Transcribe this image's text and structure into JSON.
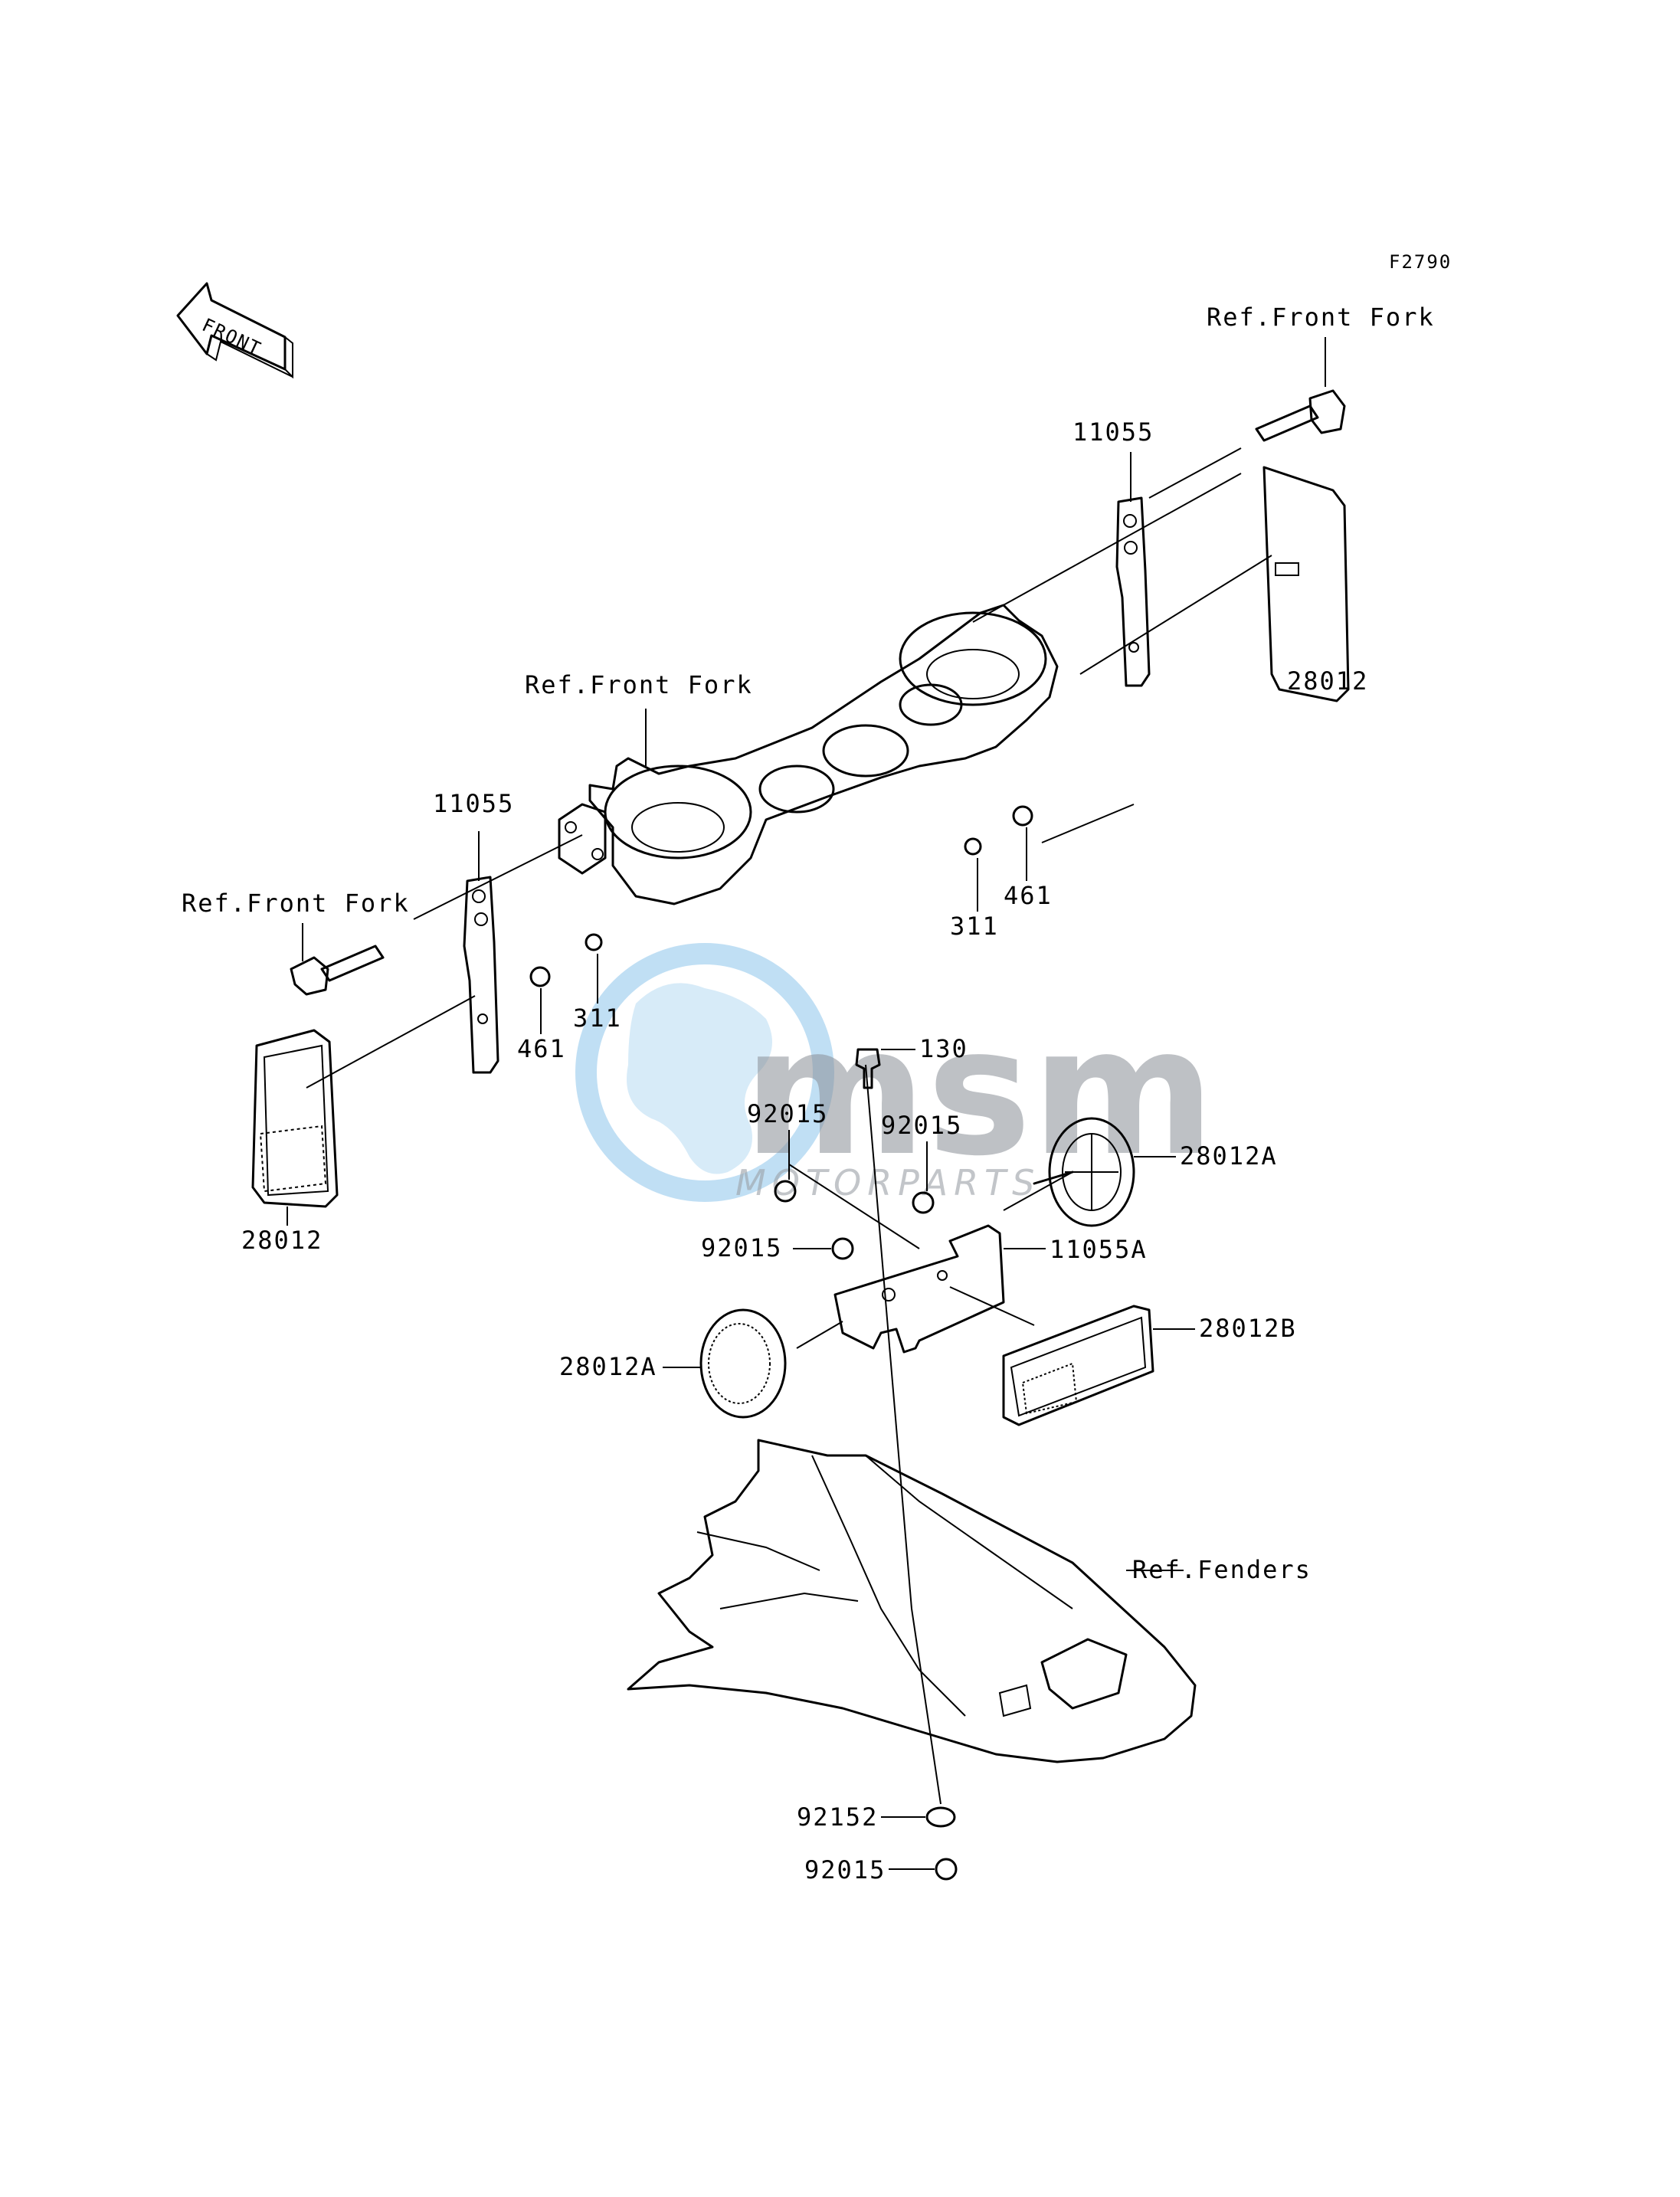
{
  "figure_code": "F2790",
  "front_arrow": {
    "text": "FRONT"
  },
  "watermark": {
    "logo_text": "msm",
    "tagline": "MOTORPARTS",
    "accent_color": "#4aa3df"
  },
  "callouts": {
    "ref_front_fork_top": "Ref.Front Fork",
    "ref_front_fork_mid": "Ref.Front Fork",
    "ref_front_fork_left": "Ref.Front Fork",
    "ref_fenders": "Ref.Fenders",
    "p11055_right": "11055",
    "p11055_left": "11055",
    "p28012_right": "28012",
    "p28012_left": "28012",
    "p461_right": "461",
    "p461_left": "461",
    "p311_right": "311",
    "p311_left": "311",
    "p130": "130",
    "p92015_a": "92015",
    "p92015_b": "92015",
    "p92015_c": "92015",
    "p92015_bottom": "92015",
    "p28012A_right": "28012A",
    "p28012A_left": "28012A",
    "p11055A": "11055A",
    "p28012B": "28012B",
    "p92152": "92152"
  }
}
